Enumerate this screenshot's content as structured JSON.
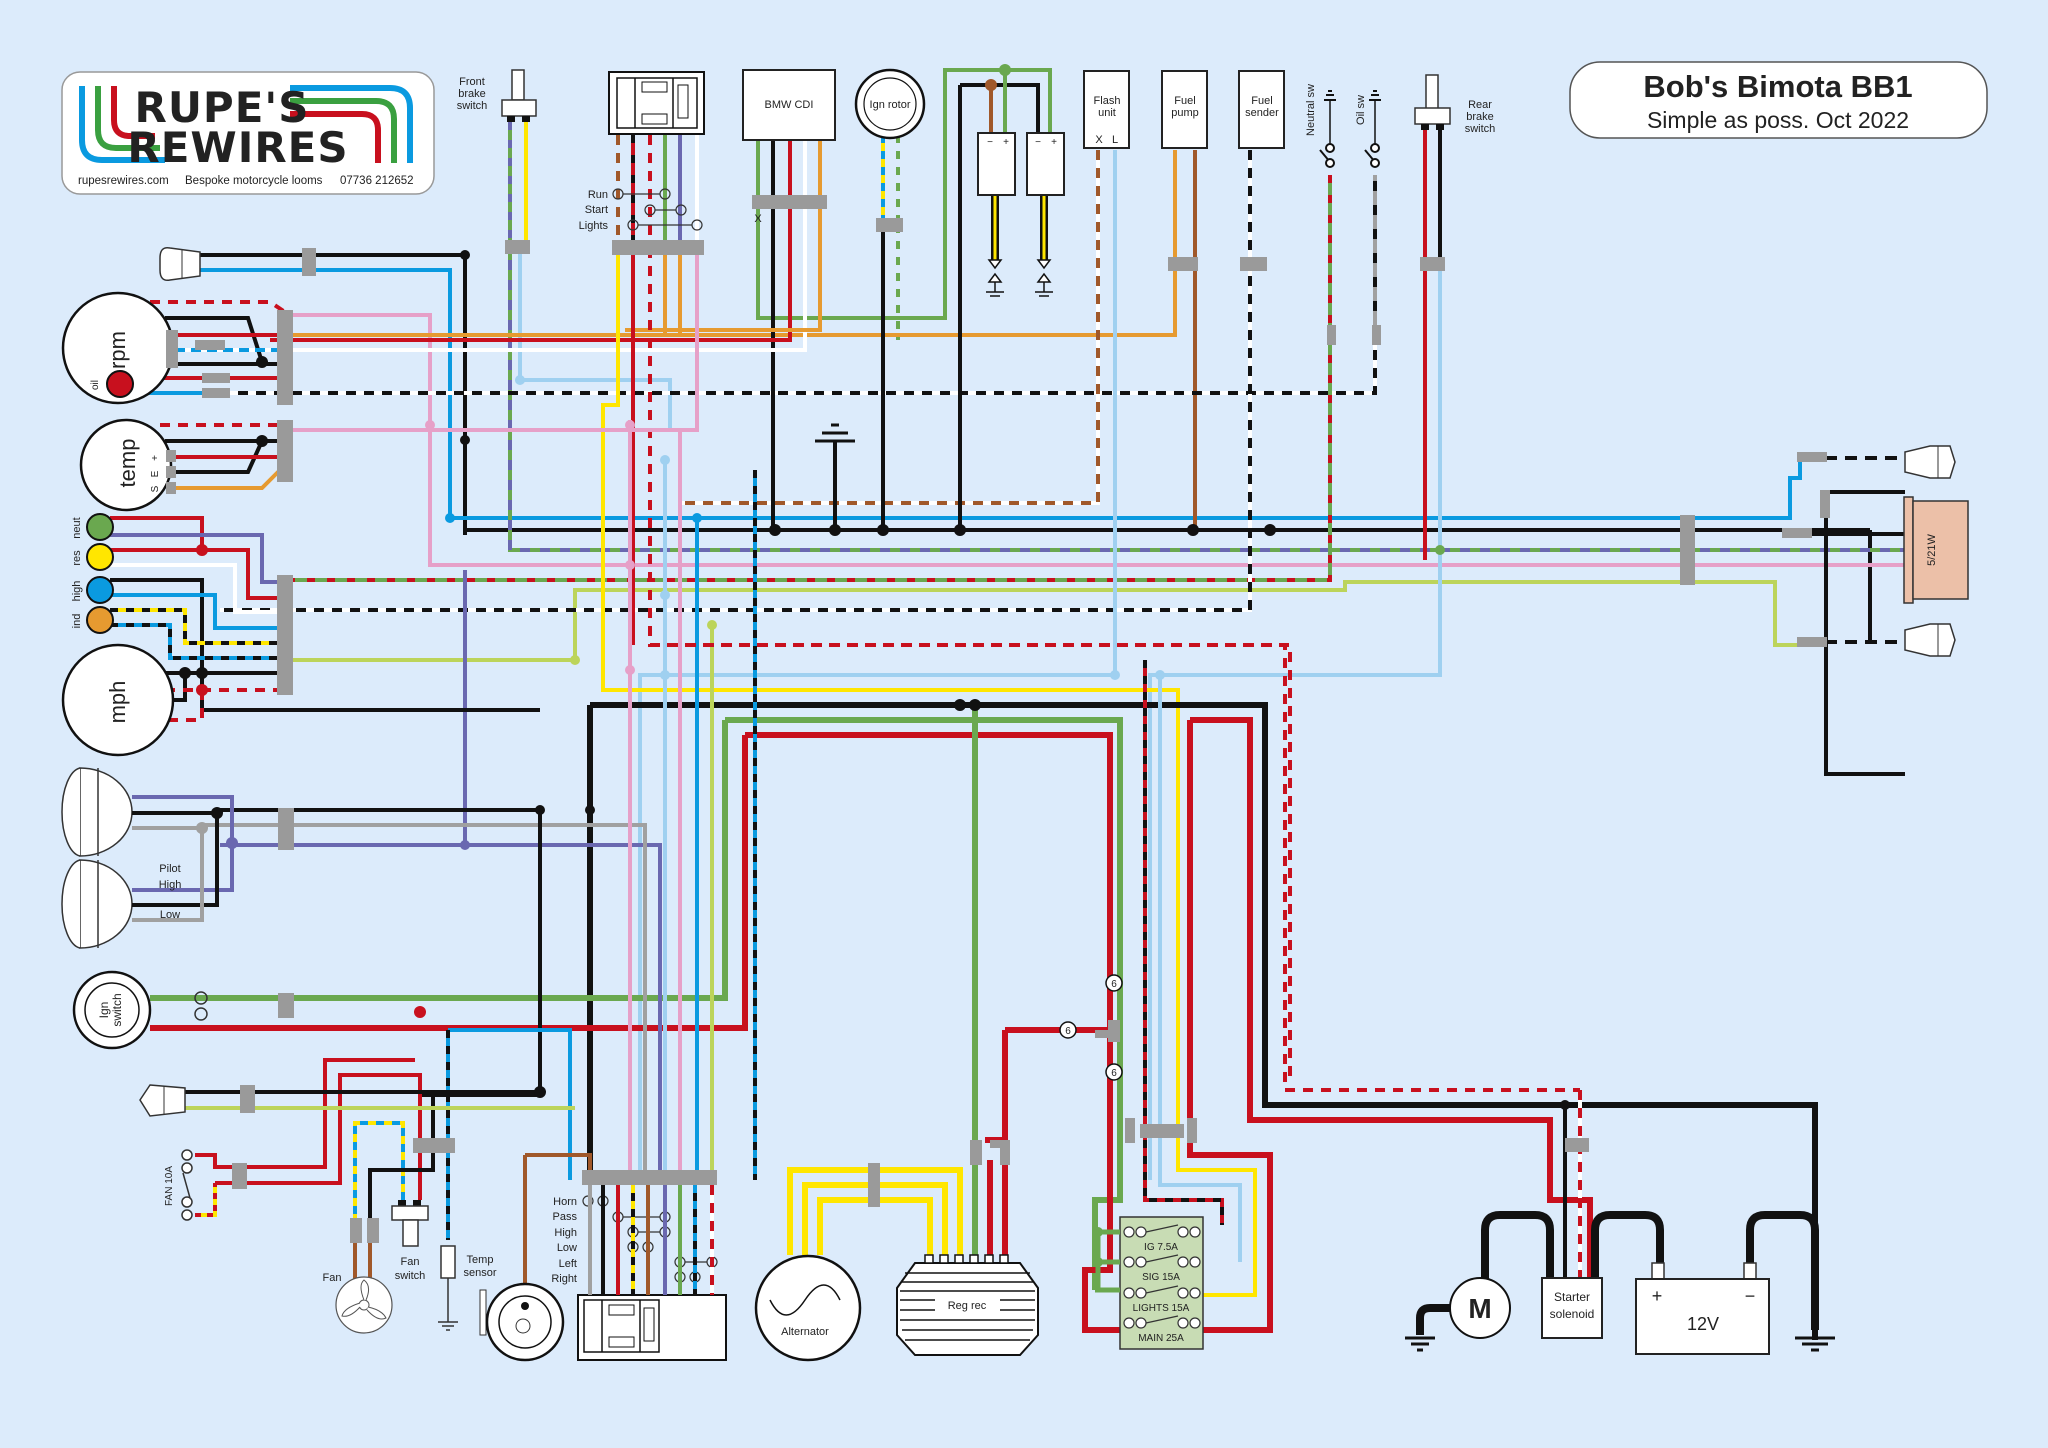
{
  "colors": {
    "background": "#dcebfb",
    "black": "#111111",
    "red": "#c8101e",
    "blue": "#0a9ae0",
    "lightblue": "#9fd0f0",
    "green": "#6aa84f",
    "yellow": "#ffe600",
    "orange": "#e69a30",
    "brown": "#a0582a",
    "purple": "#6a68b0",
    "pink": "#e6a0c8",
    "grey": "#a0a0a0",
    "lime": "#bcd45a",
    "white": "#ffffff",
    "connector": "#9a9a9a",
    "fusebox": "#c8dcb4",
    "tail_lamp": "#ecc0a8"
  },
  "logo": {
    "line1": "RUPE'S",
    "line2": "REWIRES",
    "website": "rupesrewires.com",
    "tagline": "Bespoke motorcycle looms",
    "phone": "07736 212652"
  },
  "title": {
    "main": "Bob's Bimota BB1",
    "subtitle": "Simple as poss. Oct 2022"
  },
  "components": {
    "front_brake_switch": [
      "Front",
      "brake",
      "switch"
    ],
    "rear_brake_switch": [
      "Rear",
      "brake",
      "switch"
    ],
    "bmw_cdi": "BMW CDI",
    "cdi_pin": "X",
    "ign_rotor": "Ign rotor",
    "flash_unit": [
      "Flash",
      "unit"
    ],
    "flash_pins": [
      "X",
      "L"
    ],
    "fuel_pump": [
      "Fuel",
      "pump"
    ],
    "fuel_sender": [
      "Fuel",
      "sender"
    ],
    "neutral_sw": "Neutral sw",
    "oil_sw": "Oil sw",
    "coil_pins": [
      "−",
      "+"
    ],
    "rpm_gauge": "rpm",
    "rpm_oil_lamp": "oil",
    "temp_gauge": "temp",
    "temp_pins": [
      "S",
      "E",
      "+"
    ],
    "warning_lamps": [
      "neut",
      "res",
      "high",
      "ind"
    ],
    "mph_gauge": "mph",
    "headlamp_labels": [
      "Pilot",
      "High",
      "Low"
    ],
    "ign_switch": [
      "Ign",
      "switch"
    ],
    "fan_fuse": "FAN 10A",
    "fan": "Fan",
    "fan_switch": [
      "Fan",
      "switch"
    ],
    "temp_sensor": [
      "Temp",
      "sensor"
    ],
    "alternator": "Alternator",
    "reg_rec": "Reg rec",
    "motor": "M",
    "starter_solenoid": [
      "Starter",
      "solenoid"
    ],
    "battery": "12V",
    "battery_pos": "+",
    "battery_neg": "−",
    "tail_lamp": "5/21W",
    "splice_mark": "6"
  },
  "right_switch": {
    "positions": [
      "Run",
      "Start",
      "Lights"
    ]
  },
  "left_switch": {
    "positions": [
      "Horn",
      "Pass",
      "High",
      "Low",
      "Left",
      "Right"
    ]
  },
  "fuse_box": {
    "fuses": [
      "IG 7.5A",
      "SIG 15A",
      "LIGHTS 15A",
      "MAIN 25A"
    ]
  }
}
